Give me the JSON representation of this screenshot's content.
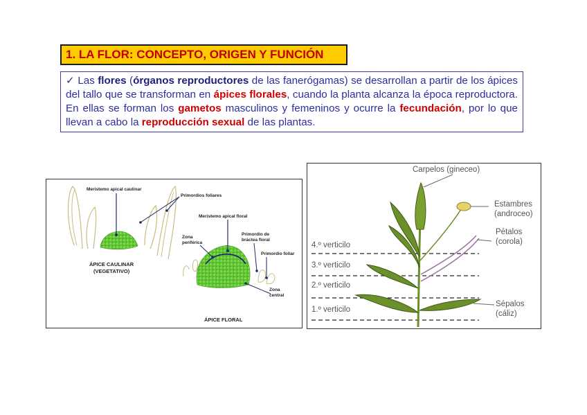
{
  "title": "1. LA FLOR: CONCEPTO, ORIGEN Y FUNCIÓN",
  "paragraph": {
    "check": "✓",
    "t1": " Las ",
    "k_flores": "flores",
    "t2": " (",
    "k_organos": "órganos reproductores",
    "t3": " de las fanerógamas) se desarrollan a partir de los ápices del tallo que se transforman en  ",
    "k_apices": "ápices florales",
    "t4": ", cuando la planta alcanza la época reproductora. En ellas se forman los ",
    "k_gametos": "gametos",
    "t5": " masculinos y femeninos y ocurre la ",
    "k_fecundacion": "fecundación",
    "t6": ", por lo que llevan a cabo la ",
    "k_reproduccion": "reproducción sexual",
    "t7": " de las plantas."
  },
  "figure_apex": {
    "meristemo_caulinar": "Meristemo apical caulinar",
    "primordios_foliares": "Primordios foliares",
    "meristemo_floral": "Meristemo apical floral",
    "zona_periferica_1": "Zona",
    "zona_periferica_2": "periférica",
    "primordio_bractea_1": "Primordio de",
    "primordio_bractea_2": "bráctea floral",
    "primordio_foliar": "Primordio foliar",
    "zona_central_1": "Zona",
    "zona_central_2": "central",
    "caption_caulinar_1": "ÁPICE CAULINAR",
    "caption_caulinar_2": "(VEGETATIVO)",
    "caption_floral": "ÁPICE FLORAL"
  },
  "figure_flower": {
    "carpelos": "Carpelos (gineceo)",
    "estambres_1": "Estambres",
    "estambres_2": "(androceo)",
    "petalos_1": "Pétalos",
    "petalos_2": "(corola)",
    "sepalos_1": "Sépalos",
    "sepalos_2": "(cáliz)",
    "verticilo_4": "4.º verticilo",
    "verticilo_3": "3.º verticilo",
    "verticilo_2": "2.º verticilo",
    "verticilo_1": "1.º verticilo"
  },
  "colors": {
    "title_bg": "#ffcc00",
    "title_text": "#c00000",
    "body_text": "#2d2d9f",
    "keyword_red": "#cc0000",
    "tissue_green": "#5cc232",
    "leaf_green": "#6b8f2a"
  }
}
